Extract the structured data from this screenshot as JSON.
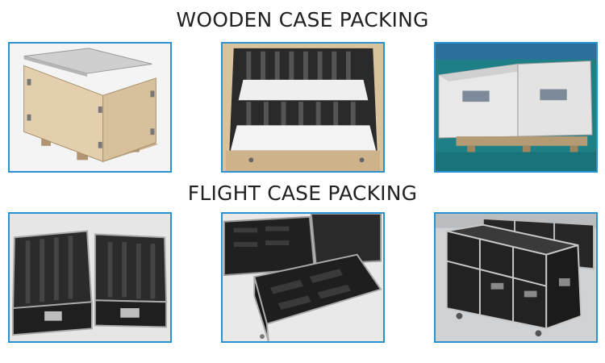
{
  "sections": [
    {
      "title": "WOODEN CASE PACKING",
      "photos": [
        {
          "subject": "open plywood crate on pallet",
          "icon": "plywood-crate-photo"
        },
        {
          "subject": "wooden crate with foam partitions",
          "icon": "foam-crate-photo"
        },
        {
          "subject": "two sealed plywood crates",
          "icon": "sealed-crates-photo"
        }
      ]
    },
    {
      "title": "FLIGHT CASE PACKING",
      "photos": [
        {
          "subject": "two open flight cases with dividers",
          "icon": "open-flight-cases-photo"
        },
        {
          "subject": "flight cases with foam inserts",
          "icon": "foam-flight-cases-photo"
        },
        {
          "subject": "row of closed flight cases",
          "icon": "closed-flight-cases-photo"
        }
      ]
    }
  ],
  "colors": {
    "frame_border": "#2a93cf",
    "title_text": "#222222",
    "background": "#ffffff"
  }
}
